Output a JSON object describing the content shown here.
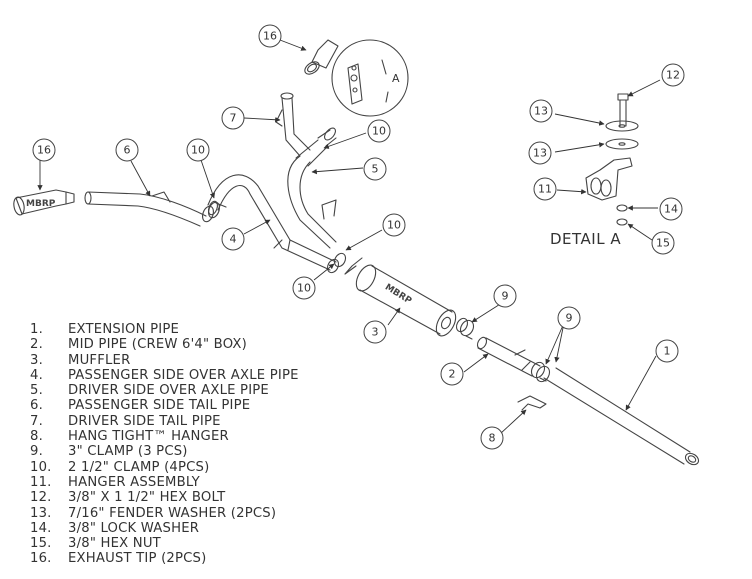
{
  "parts_list": [
    {
      "num": "1.",
      "label": "EXTENSION PIPE"
    },
    {
      "num": "2.",
      "label": "MID PIPE (CREW 6'4\" BOX)"
    },
    {
      "num": "3.",
      "label": "MUFFLER"
    },
    {
      "num": "4.",
      "label": "PASSENGER SIDE OVER AXLE PIPE"
    },
    {
      "num": "5.",
      "label": "DRIVER SIDE OVER AXLE PIPE"
    },
    {
      "num": "6.",
      "label": "PASSENGER SIDE TAIL PIPE"
    },
    {
      "num": "7.",
      "label": "DRIVER SIDE TAIL PIPE"
    },
    {
      "num": "8.",
      "label": "HANG TIGHT™ HANGER"
    },
    {
      "num": "9.",
      "label": "3\" CLAMP (3 PCS)"
    },
    {
      "num": "10.",
      "label": "2 1/2\" CLAMP (4PCS)"
    },
    {
      "num": "11.",
      "label": "HANGER ASSEMBLY"
    },
    {
      "num": "12.",
      "label": "3/8\" X 1 1/2\" HEX BOLT"
    },
    {
      "num": "13.",
      "label": "7/16\" FENDER WASHER (2PCS)"
    },
    {
      "num": "14.",
      "label": "3/8\" LOCK WASHER"
    },
    {
      "num": "15.",
      "label": "3/8\" HEX NUT"
    },
    {
      "num": "16.",
      "label": "EXHAUST TIP (2PCS)"
    }
  ],
  "callouts": {
    "c1": "1",
    "c2": "2",
    "c3": "3",
    "c4": "4",
    "c5": "5",
    "c6": "6",
    "c7": "7",
    "c8": "8",
    "c9a": "9",
    "c9b": "9",
    "c10a": "10",
    "c10b": "10",
    "c10c": "10",
    "c10d": "10",
    "c11": "11",
    "c12": "12",
    "c13a": "13",
    "c13b": "13",
    "c14": "14",
    "c15": "15",
    "c16a": "16",
    "c16b": "16"
  },
  "detail_label": "DETAIL A",
  "detail_ref": "A",
  "brand_text": "MBRP"
}
